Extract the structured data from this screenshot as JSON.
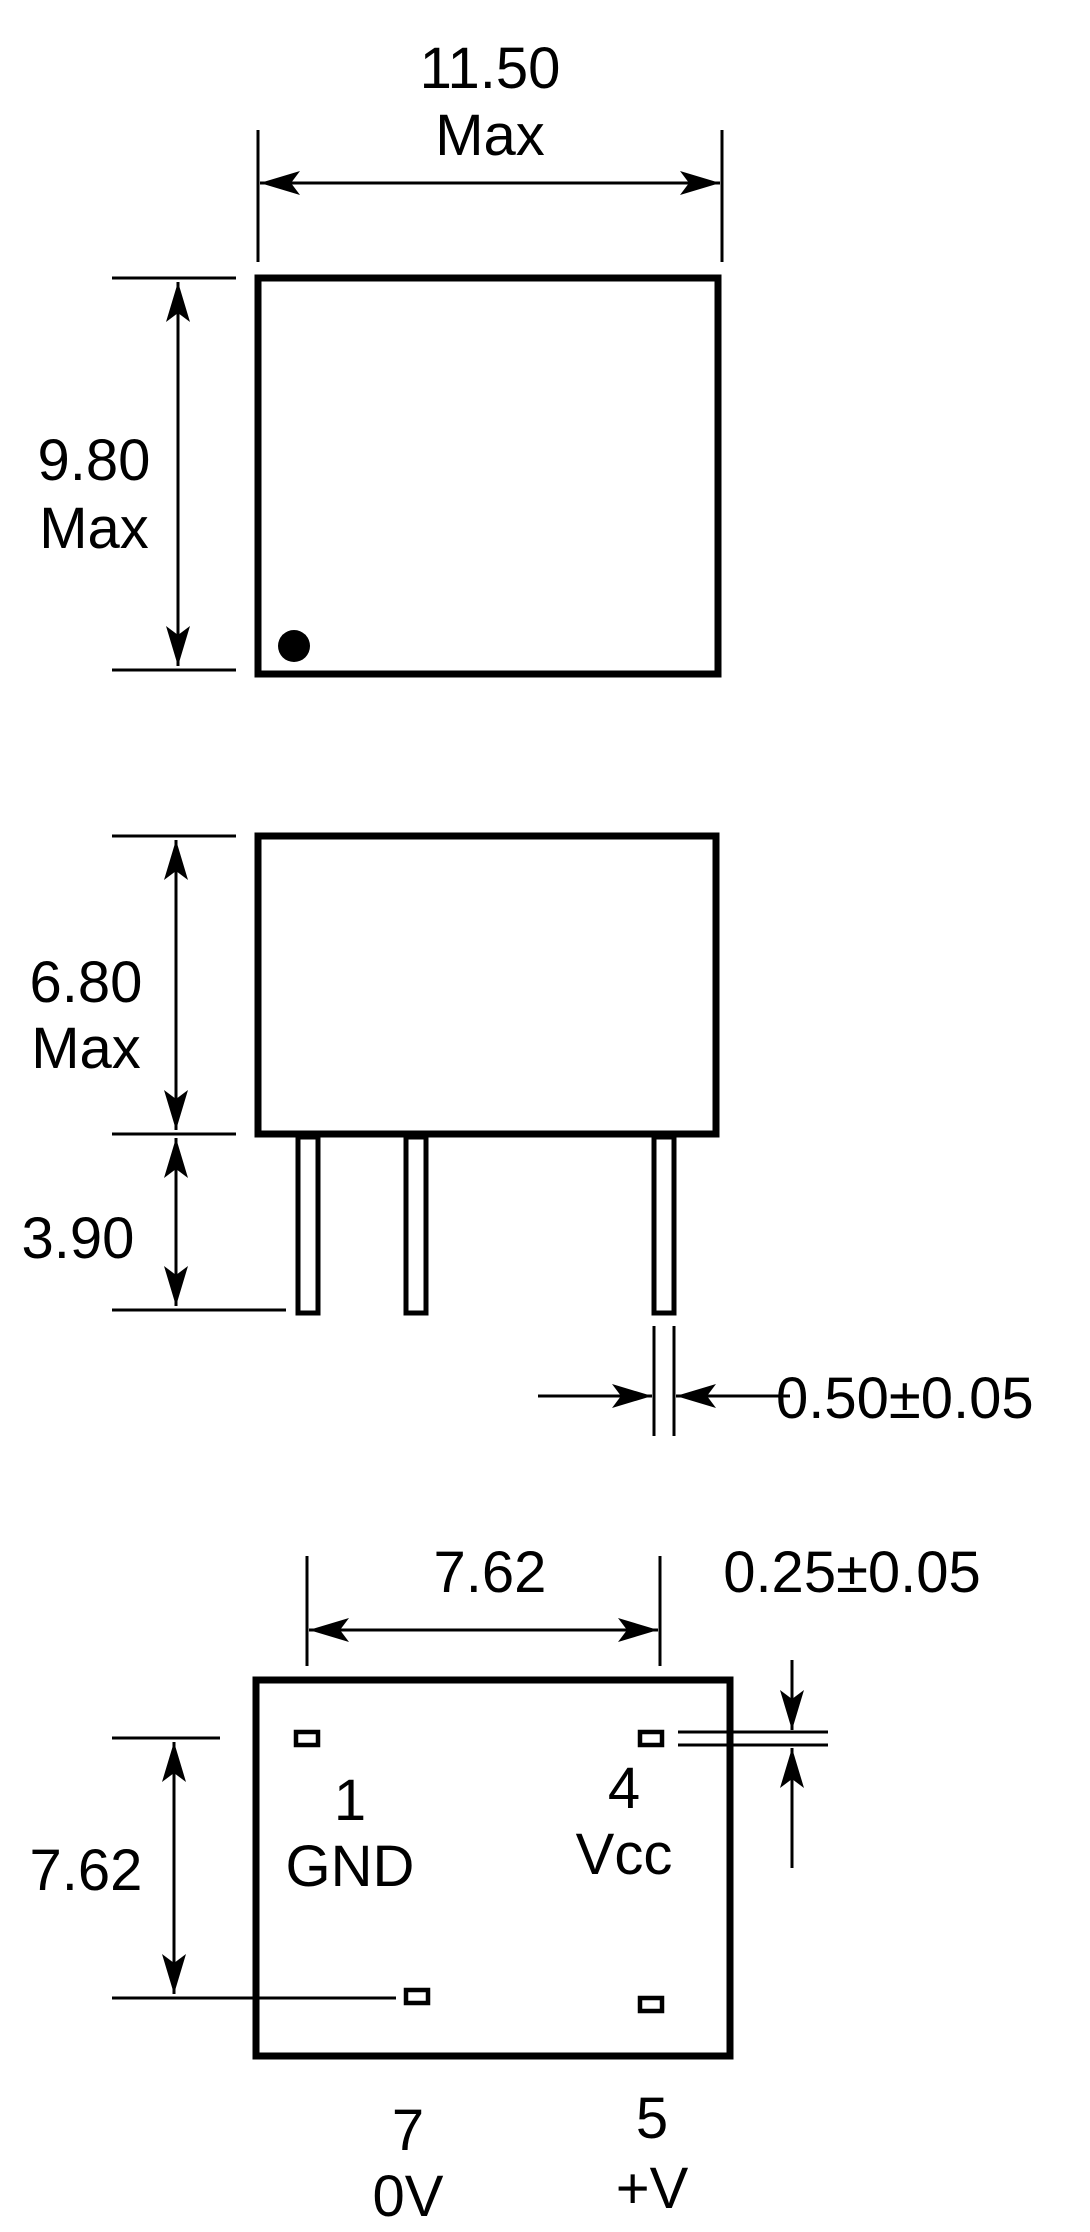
{
  "top_view": {
    "width_label": [
      "11.50",
      "Max"
    ],
    "height_label": [
      "9.80",
      "Max"
    ]
  },
  "side_view": {
    "body_height_label": [
      "6.80",
      "Max"
    ],
    "pin_length_label": "3.90",
    "pin_width_label": "0.50±0.05"
  },
  "bottom_view": {
    "pitch_horizontal_label": "7.62",
    "pitch_vertical_label": "7.62",
    "pin_thickness_label": "0.25±0.05",
    "pins": [
      {
        "number": "1",
        "name": "GND"
      },
      {
        "number": "4",
        "name": "Vcc"
      },
      {
        "number": "7",
        "name": "0V"
      },
      {
        "number": "5",
        "name": "+V"
      }
    ]
  },
  "colors": {
    "line": "#000000",
    "background": "#ffffff"
  }
}
